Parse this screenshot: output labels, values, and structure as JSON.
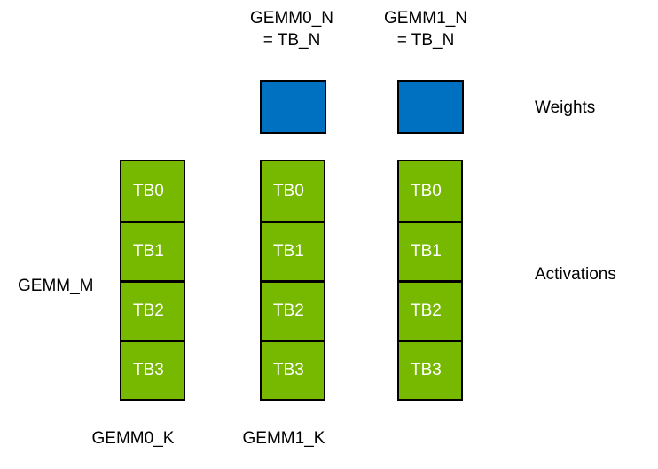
{
  "colors": {
    "green": "#76b900",
    "blue": "#0070c0",
    "border": "#000000",
    "cell_text": "#ffffff",
    "label_text": "#000000"
  },
  "top_labels": [
    {
      "line1": "GEMM0_N",
      "line2": "= TB_N"
    },
    {
      "line1": "GEMM1_N",
      "line2": "= TB_N"
    }
  ],
  "side_labels": {
    "left": "GEMM_M",
    "weights": "Weights",
    "activations": "Activations"
  },
  "bottom_labels": [
    "GEMM0_K",
    "GEMM1_K"
  ],
  "tb_labels": [
    "TB0",
    "TB1",
    "TB2",
    "TB3"
  ]
}
